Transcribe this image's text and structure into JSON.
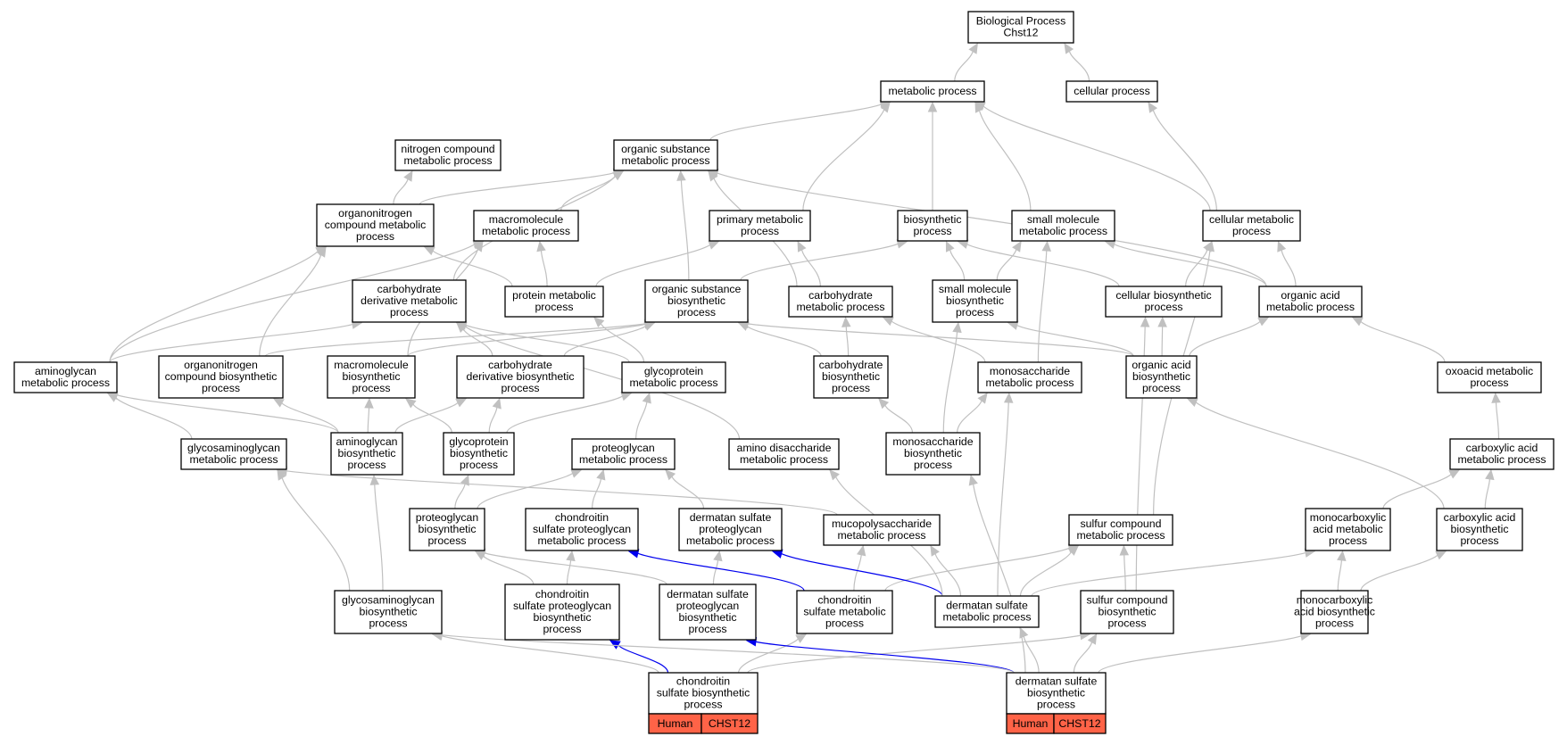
{
  "colors": {
    "edge_default": "#c0c0c0",
    "edge_highlight": "#0000ee",
    "annotation_fill": "#ff6347",
    "node_border": "#000000",
    "node_fill": "#ffffff"
  },
  "nodes": [
    {
      "id": "root",
      "lines": [
        "Biological Process",
        "Chst12"
      ]
    },
    {
      "id": "metabolic",
      "lines": [
        "metabolic process"
      ]
    },
    {
      "id": "cellular",
      "lines": [
        "cellular process"
      ]
    },
    {
      "id": "nitrogen_compound",
      "lines": [
        "nitrogen compound",
        "metabolic process"
      ]
    },
    {
      "id": "organic_substance_met",
      "lines": [
        "organic substance",
        "metabolic process"
      ]
    },
    {
      "id": "organonitrogen_met",
      "lines": [
        "organonitrogen",
        "compound metabolic",
        "process"
      ]
    },
    {
      "id": "macromolecule_met",
      "lines": [
        "macromolecule",
        "metabolic process"
      ]
    },
    {
      "id": "primary_met",
      "lines": [
        "primary metabolic",
        "process"
      ]
    },
    {
      "id": "biosynthetic",
      "lines": [
        "biosynthetic",
        "process"
      ]
    },
    {
      "id": "small_molecule_met",
      "lines": [
        "small molecule",
        "metabolic process"
      ]
    },
    {
      "id": "cellular_met",
      "lines": [
        "cellular metabolic",
        "process"
      ]
    },
    {
      "id": "carb_deriv_met",
      "lines": [
        "carbohydrate",
        "derivative metabolic",
        "process"
      ]
    },
    {
      "id": "protein_met",
      "lines": [
        "protein metabolic",
        "process"
      ]
    },
    {
      "id": "organic_substance_bio",
      "lines": [
        "organic substance",
        "biosynthetic",
        "process"
      ]
    },
    {
      "id": "carb_met",
      "lines": [
        "carbohydrate",
        "metabolic process"
      ]
    },
    {
      "id": "small_molecule_bio",
      "lines": [
        "small molecule",
        "biosynthetic",
        "process"
      ]
    },
    {
      "id": "cellular_bio",
      "lines": [
        "cellular biosynthetic",
        "process"
      ]
    },
    {
      "id": "organic_acid_met",
      "lines": [
        "organic acid",
        "metabolic process"
      ]
    },
    {
      "id": "aminoglycan_met",
      "lines": [
        "aminoglycan",
        "metabolic process"
      ]
    },
    {
      "id": "organonitrogen_bio",
      "lines": [
        "organonitrogen",
        "compound biosynthetic",
        "process"
      ]
    },
    {
      "id": "macromolecule_bio",
      "lines": [
        "macromolecule",
        "biosynthetic",
        "process"
      ]
    },
    {
      "id": "carb_deriv_bio",
      "lines": [
        "carbohydrate",
        "derivative biosynthetic",
        "process"
      ]
    },
    {
      "id": "glycoprotein_met",
      "lines": [
        "glycoprotein",
        "metabolic process"
      ]
    },
    {
      "id": "carb_bio",
      "lines": [
        "carbohydrate",
        "biosynthetic",
        "process"
      ]
    },
    {
      "id": "monosacch_met",
      "lines": [
        "monosaccharide",
        "metabolic process"
      ]
    },
    {
      "id": "organic_acid_bio",
      "lines": [
        "organic acid",
        "biosynthetic",
        "process"
      ]
    },
    {
      "id": "oxoacid_met",
      "lines": [
        "oxoacid metabolic",
        "process"
      ]
    },
    {
      "id": "gag_met",
      "lines": [
        "glycosaminoglycan",
        "metabolic process"
      ]
    },
    {
      "id": "aminoglycan_bio",
      "lines": [
        "aminoglycan",
        "biosynthetic",
        "process"
      ]
    },
    {
      "id": "glycoprotein_bio",
      "lines": [
        "glycoprotein",
        "biosynthetic",
        "process"
      ]
    },
    {
      "id": "proteoglycan_met",
      "lines": [
        "proteoglycan",
        "metabolic process"
      ]
    },
    {
      "id": "amino_disacch_met",
      "lines": [
        "amino disaccharide",
        "metabolic process"
      ]
    },
    {
      "id": "monosacch_bio",
      "lines": [
        "monosaccharide",
        "biosynthetic",
        "process"
      ]
    },
    {
      "id": "carboxylic_met",
      "lines": [
        "carboxylic acid",
        "metabolic process"
      ]
    },
    {
      "id": "proteoglycan_bio",
      "lines": [
        "proteoglycan",
        "biosynthetic",
        "process"
      ]
    },
    {
      "id": "cs_proteoglycan_met",
      "lines": [
        "chondroitin",
        "sulfate proteoglycan",
        "metabolic process"
      ]
    },
    {
      "id": "ds_proteoglycan_met",
      "lines": [
        "dermatan sulfate",
        "proteoglycan",
        "metabolic process"
      ]
    },
    {
      "id": "mucopoly_met",
      "lines": [
        "mucopolysaccharide",
        "metabolic process"
      ]
    },
    {
      "id": "sulfur_met",
      "lines": [
        "sulfur compound",
        "metabolic process"
      ]
    },
    {
      "id": "monocarboxylic_met",
      "lines": [
        "monocarboxylic",
        "acid metabolic",
        "process"
      ]
    },
    {
      "id": "carboxylic_bio",
      "lines": [
        "carboxylic acid",
        "biosynthetic",
        "process"
      ]
    },
    {
      "id": "gag_bio",
      "lines": [
        "glycosaminoglycan",
        "biosynthetic",
        "process"
      ]
    },
    {
      "id": "cs_proteoglycan_bio",
      "lines": [
        "chondroitin",
        "sulfate proteoglycan",
        "biosynthetic",
        "process"
      ]
    },
    {
      "id": "ds_proteoglycan_bio",
      "lines": [
        "dermatan sulfate",
        "proteoglycan",
        "biosynthetic",
        "process"
      ]
    },
    {
      "id": "cs_met",
      "lines": [
        "chondroitin",
        "sulfate metabolic",
        "process"
      ]
    },
    {
      "id": "ds_met",
      "lines": [
        "dermatan sulfate",
        "metabolic process"
      ]
    },
    {
      "id": "sulfur_bio",
      "lines": [
        "sulfur compound",
        "biosynthetic",
        "process"
      ]
    },
    {
      "id": "monocarboxylic_bio",
      "lines": [
        "monocarboxylic",
        "acid biosynthetic",
        "process"
      ]
    },
    {
      "id": "cs_bio",
      "lines": [
        "chondroitin",
        "sulfate biosynthetic",
        "process"
      ],
      "annotation": [
        "Human",
        "CHST12"
      ]
    },
    {
      "id": "ds_bio",
      "lines": [
        "dermatan sulfate",
        "biosynthetic",
        "process"
      ],
      "annotation": [
        "Human",
        "CHST12"
      ]
    }
  ],
  "edges": [
    [
      "metabolic",
      "root"
    ],
    [
      "cellular",
      "root"
    ],
    [
      "organic_substance_met",
      "metabolic"
    ],
    [
      "primary_met",
      "metabolic"
    ],
    [
      "biosynthetic",
      "metabolic"
    ],
    [
      "small_molecule_met",
      "metabolic"
    ],
    [
      "cellular_met",
      "metabolic"
    ],
    [
      "cellular_met",
      "cellular"
    ],
    [
      "organonitrogen_met",
      "nitrogen_compound"
    ],
    [
      "organonitrogen_met",
      "organic_substance_met"
    ],
    [
      "macromolecule_met",
      "organic_substance_met"
    ],
    [
      "carb_deriv_met",
      "organic_substance_met"
    ],
    [
      "organic_substance_bio",
      "organic_substance_met"
    ],
    [
      "carb_met",
      "organic_substance_met"
    ],
    [
      "organic_acid_met",
      "organic_substance_met"
    ],
    [
      "protein_met",
      "organonitrogen_met"
    ],
    [
      "protein_met",
      "macromolecule_met"
    ],
    [
      "protein_met",
      "primary_met"
    ],
    [
      "carb_met",
      "primary_met"
    ],
    [
      "organic_substance_bio",
      "biosynthetic"
    ],
    [
      "small_molecule_bio",
      "biosynthetic"
    ],
    [
      "small_molecule_bio",
      "small_molecule_met"
    ],
    [
      "cellular_bio",
      "biosynthetic"
    ],
    [
      "cellular_bio",
      "cellular_met"
    ],
    [
      "organic_acid_met",
      "small_molecule_met"
    ],
    [
      "organic_acid_met",
      "cellular_met"
    ],
    [
      "monosacch_met",
      "small_molecule_met"
    ],
    [
      "aminoglycan_met",
      "organonitrogen_met"
    ],
    [
      "aminoglycan_met",
      "macromolecule_met"
    ],
    [
      "aminoglycan_met",
      "carb_deriv_met"
    ],
    [
      "organonitrogen_bio",
      "organonitrogen_met"
    ],
    [
      "organonitrogen_bio",
      "organic_substance_bio"
    ],
    [
      "macromolecule_bio",
      "macromolecule_met"
    ],
    [
      "macromolecule_bio",
      "organic_substance_bio"
    ],
    [
      "carb_deriv_bio",
      "carb_deriv_met"
    ],
    [
      "carb_deriv_bio",
      "organic_substance_bio"
    ],
    [
      "glycoprotein_met",
      "carb_deriv_met"
    ],
    [
      "glycoprotein_met",
      "protein_met"
    ],
    [
      "carb_bio",
      "carb_met"
    ],
    [
      "carb_bio",
      "organic_substance_bio"
    ],
    [
      "monosacch_met",
      "carb_met"
    ],
    [
      "organic_acid_bio",
      "organic_acid_met"
    ],
    [
      "organic_acid_bio",
      "cellular_bio"
    ],
    [
      "organic_acid_bio",
      "small_molecule_bio"
    ],
    [
      "organic_acid_bio",
      "organic_substance_bio"
    ],
    [
      "oxoacid_met",
      "organic_acid_met"
    ],
    [
      "gag_met",
      "aminoglycan_met"
    ],
    [
      "aminoglycan_bio",
      "aminoglycan_met"
    ],
    [
      "aminoglycan_bio",
      "organonitrogen_bio"
    ],
    [
      "aminoglycan_bio",
      "macromolecule_bio"
    ],
    [
      "aminoglycan_bio",
      "carb_deriv_bio"
    ],
    [
      "glycoprotein_bio",
      "macromolecule_bio"
    ],
    [
      "glycoprotein_bio",
      "carb_deriv_bio"
    ],
    [
      "glycoprotein_bio",
      "glycoprotein_met"
    ],
    [
      "proteoglycan_met",
      "glycoprotein_met"
    ],
    [
      "amino_disacch_met",
      "carb_deriv_met"
    ],
    [
      "monosacch_bio",
      "carb_bio"
    ],
    [
      "monosacch_bio",
      "monosacch_met"
    ],
    [
      "monosacch_bio",
      "small_molecule_bio"
    ],
    [
      "carboxylic_met",
      "oxoacid_met"
    ],
    [
      "proteoglycan_bio",
      "glycoprotein_bio"
    ],
    [
      "proteoglycan_bio",
      "proteoglycan_met"
    ],
    [
      "cs_proteoglycan_met",
      "proteoglycan_met"
    ],
    [
      "ds_proteoglycan_met",
      "proteoglycan_met"
    ],
    [
      "mucopoly_met",
      "gag_met"
    ],
    [
      "sulfur_met",
      "cellular_met"
    ],
    [
      "monocarboxylic_met",
      "carboxylic_met"
    ],
    [
      "carboxylic_bio",
      "carboxylic_met"
    ],
    [
      "carboxylic_bio",
      "organic_acid_bio"
    ],
    [
      "gag_bio",
      "gag_met"
    ],
    [
      "gag_bio",
      "aminoglycan_bio"
    ],
    [
      "cs_proteoglycan_bio",
      "cs_proteoglycan_met"
    ],
    [
      "cs_proteoglycan_bio",
      "proteoglycan_bio"
    ],
    [
      "ds_proteoglycan_bio",
      "ds_proteoglycan_met"
    ],
    [
      "ds_proteoglycan_bio",
      "proteoglycan_bio"
    ],
    [
      "cs_met",
      "mucopoly_met"
    ],
    [
      "cs_met",
      "cs_proteoglycan_met",
      "hl"
    ],
    [
      "cs_met",
      "sulfur_met"
    ],
    [
      "ds_met",
      "mucopoly_met"
    ],
    [
      "ds_met",
      "ds_proteoglycan_met",
      "hl"
    ],
    [
      "ds_met",
      "sulfur_met"
    ],
    [
      "ds_met",
      "amino_disacch_met"
    ],
    [
      "ds_met",
      "monosacch_met"
    ],
    [
      "ds_met",
      "monocarboxylic_met"
    ],
    [
      "sulfur_bio",
      "sulfur_met"
    ],
    [
      "sulfur_bio",
      "cellular_bio"
    ],
    [
      "monocarboxylic_bio",
      "monocarboxylic_met"
    ],
    [
      "monocarboxylic_bio",
      "carboxylic_bio"
    ],
    [
      "cs_bio",
      "cs_proteoglycan_bio",
      "hl"
    ],
    [
      "cs_bio",
      "gag_bio"
    ],
    [
      "cs_bio",
      "cs_met"
    ],
    [
      "cs_bio",
      "sulfur_bio"
    ],
    [
      "ds_bio",
      "ds_proteoglycan_bio",
      "hl"
    ],
    [
      "ds_bio",
      "gag_bio"
    ],
    [
      "ds_bio",
      "ds_met"
    ],
    [
      "ds_bio",
      "sulfur_bio"
    ],
    [
      "ds_bio",
      "monosacch_bio"
    ],
    [
      "ds_bio",
      "monocarboxylic_bio"
    ]
  ]
}
